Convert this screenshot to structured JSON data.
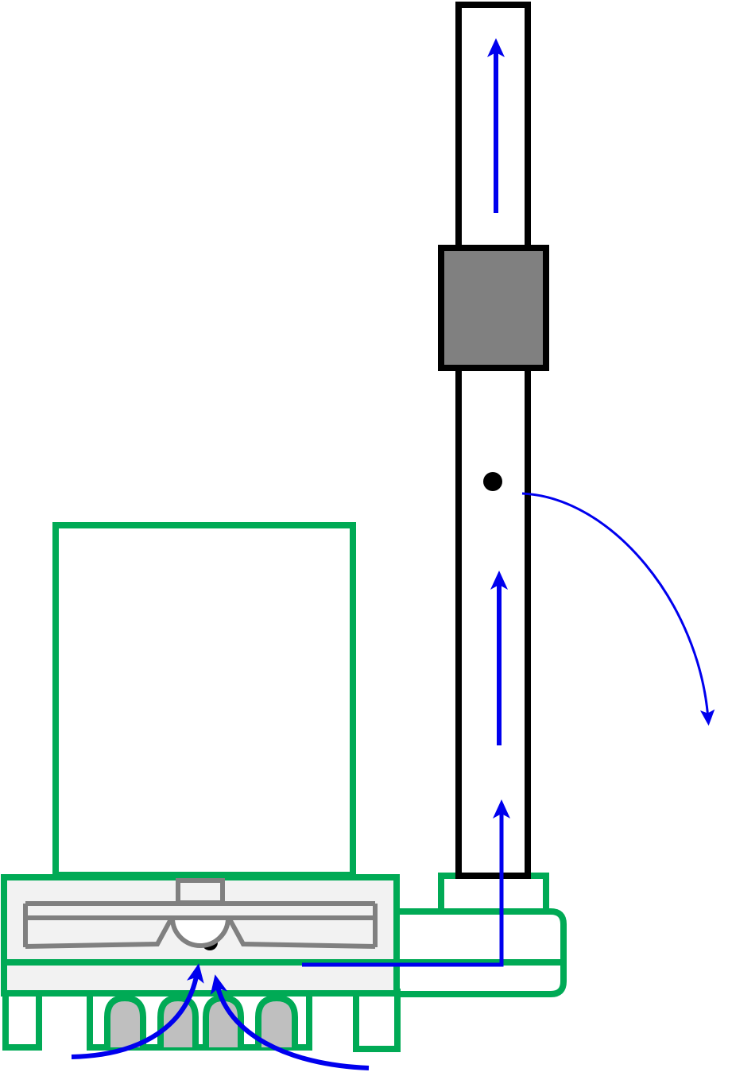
{
  "colors": {
    "outline_green": "#00aa55",
    "outline_black": "#000000",
    "flow_blue": "#0000ee",
    "mechanism_gray": "#808080",
    "panel_fill": "#f2f2f2",
    "block_fill": "#808080",
    "foot_fill": "#bfbfbf",
    "background": "#ffffff"
  },
  "components": [
    "chimney-pipe",
    "inline-fan-block",
    "pipe-port-dot",
    "cabinet-body",
    "base-housing",
    "blower-mechanism",
    "duct-connector",
    "base-legs"
  ],
  "flows": [
    "pipe-upflow-top",
    "pipe-upflow-middle",
    "pipe-upflow-bottom",
    "exhaust-side-curve",
    "intake-left-curve",
    "intake-right-curve"
  ]
}
